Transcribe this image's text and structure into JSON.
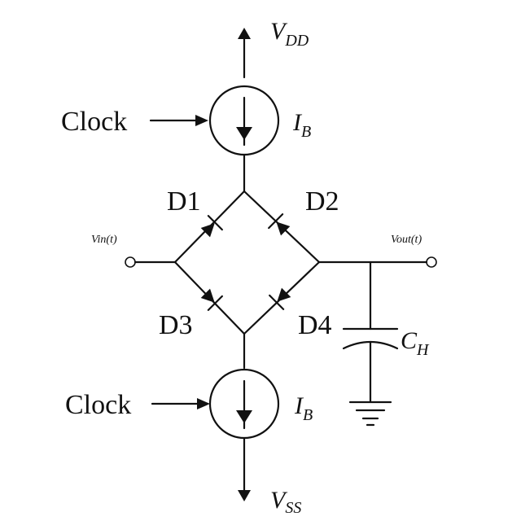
{
  "labels": {
    "vdd_main": "V",
    "vdd_sub": "DD",
    "vss_main": "V",
    "vss_sub": "SS",
    "clock_top": "Clock",
    "clock_bottom": "Clock",
    "ib_top_main": "I",
    "ib_top_sub": "B",
    "ib_bottom_main": "I",
    "ib_bottom_sub": "B",
    "d1": "D1",
    "d2": "D2",
    "d3": "D3",
    "d4": "D4",
    "vin": "Vin(t)",
    "vout": "Vout(t)",
    "ch_main": "C",
    "ch_sub": "H"
  }
}
